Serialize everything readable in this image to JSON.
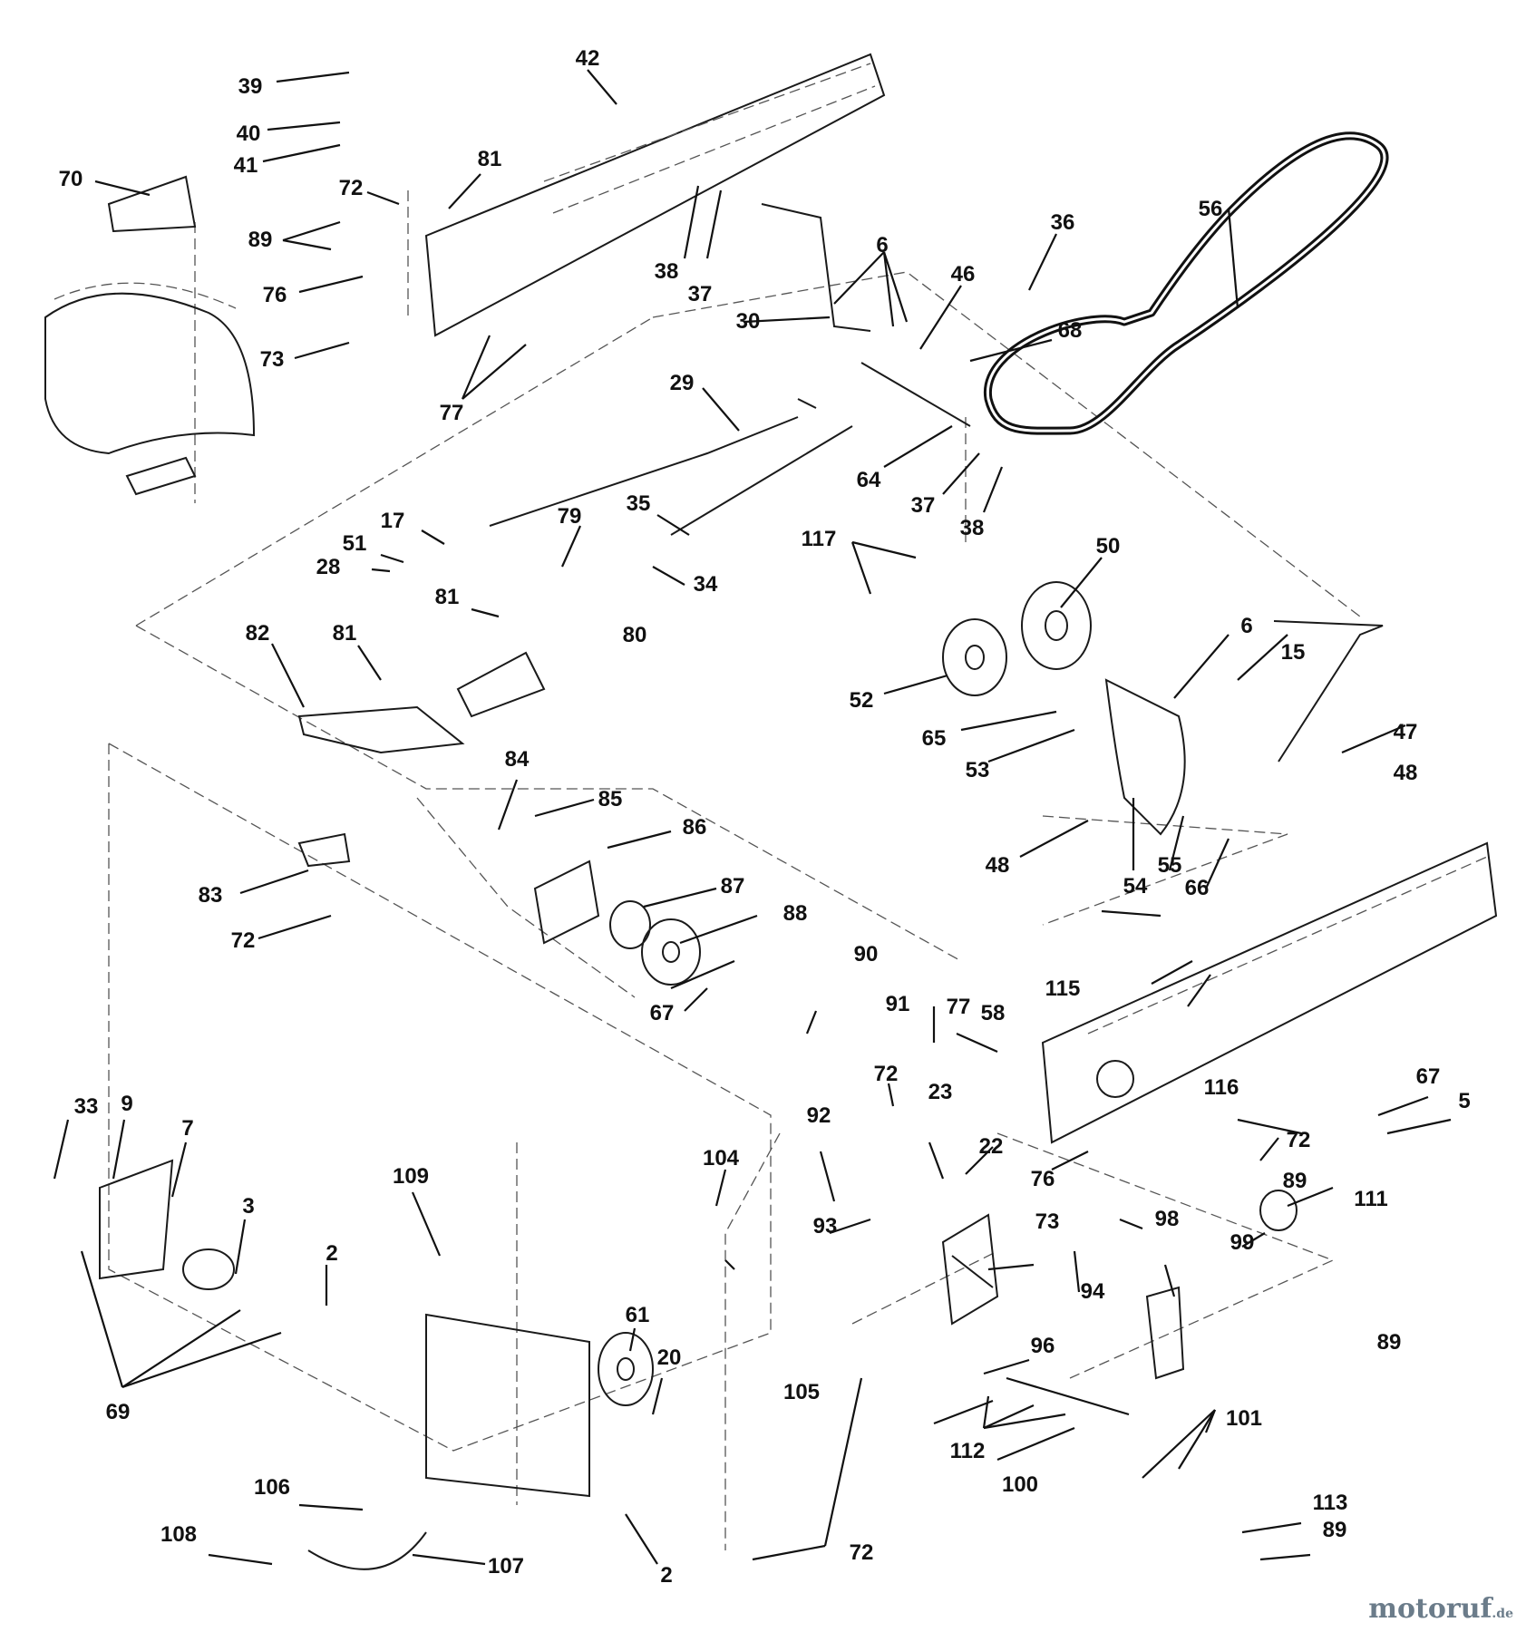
{
  "watermark": {
    "text": "motoruf",
    "tld": ".de"
  },
  "callouts": [
    "39",
    "40",
    "41",
    "42",
    "70",
    "72",
    "81",
    "89",
    "76",
    "73",
    "77",
    "38",
    "37",
    "36",
    "6",
    "46",
    "68",
    "56",
    "30",
    "29",
    "64",
    "37",
    "38",
    "17",
    "51",
    "28",
    "79",
    "35",
    "34",
    "117",
    "50",
    "81",
    "82",
    "81",
    "80",
    "6",
    "15",
    "52",
    "65",
    "53",
    "48",
    "47",
    "84",
    "85",
    "86",
    "83",
    "72",
    "87",
    "88",
    "54",
    "55",
    "66",
    "48",
    "90",
    "67",
    "91",
    "115",
    "77",
    "58",
    "72",
    "92",
    "23",
    "22",
    "116",
    "67",
    "5",
    "72",
    "104",
    "93",
    "76",
    "89",
    "111",
    "73",
    "98",
    "99",
    "94",
    "33",
    "9",
    "7",
    "3",
    "109",
    "2",
    "61",
    "20",
    "69",
    "105",
    "96",
    "112",
    "89",
    "101",
    "100",
    "106",
    "108",
    "107",
    "113",
    "89",
    "2",
    "72"
  ]
}
